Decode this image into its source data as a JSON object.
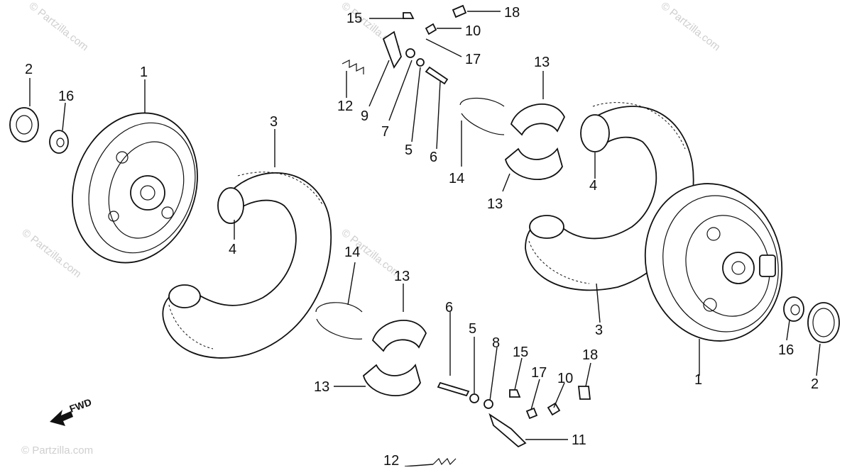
{
  "watermark": {
    "text": "© Partzilla.com"
  },
  "direction_label": "FWD",
  "callouts": [
    {
      "id": "c1a",
      "label": "1"
    },
    {
      "id": "c1b",
      "label": "1"
    },
    {
      "id": "c2a",
      "label": "2"
    },
    {
      "id": "c2b",
      "label": "2"
    },
    {
      "id": "c3a",
      "label": "3"
    },
    {
      "id": "c3b",
      "label": "3"
    },
    {
      "id": "c4a",
      "label": "4"
    },
    {
      "id": "c4b",
      "label": "4"
    },
    {
      "id": "c5a",
      "label": "5"
    },
    {
      "id": "c5b",
      "label": "5"
    },
    {
      "id": "c6a",
      "label": "6"
    },
    {
      "id": "c6b",
      "label": "6"
    },
    {
      "id": "c7",
      "label": "7"
    },
    {
      "id": "c8",
      "label": "8"
    },
    {
      "id": "c9",
      "label": "9"
    },
    {
      "id": "c10a",
      "label": "10"
    },
    {
      "id": "c10b",
      "label": "10"
    },
    {
      "id": "c11",
      "label": "11"
    },
    {
      "id": "c12a",
      "label": "12"
    },
    {
      "id": "c12b",
      "label": "12"
    },
    {
      "id": "c13a",
      "label": "13"
    },
    {
      "id": "c13b",
      "label": "13"
    },
    {
      "id": "c13c",
      "label": "13"
    },
    {
      "id": "c13d",
      "label": "13"
    },
    {
      "id": "c14a",
      "label": "14"
    },
    {
      "id": "c14b",
      "label": "14"
    },
    {
      "id": "c15a",
      "label": "15"
    },
    {
      "id": "c15b",
      "label": "15"
    },
    {
      "id": "c16a",
      "label": "16"
    },
    {
      "id": "c16b",
      "label": "16"
    },
    {
      "id": "c17a",
      "label": "17"
    },
    {
      "id": "c17b",
      "label": "17"
    },
    {
      "id": "c18a",
      "label": "18"
    },
    {
      "id": "c18b",
      "label": "18"
    }
  ]
}
